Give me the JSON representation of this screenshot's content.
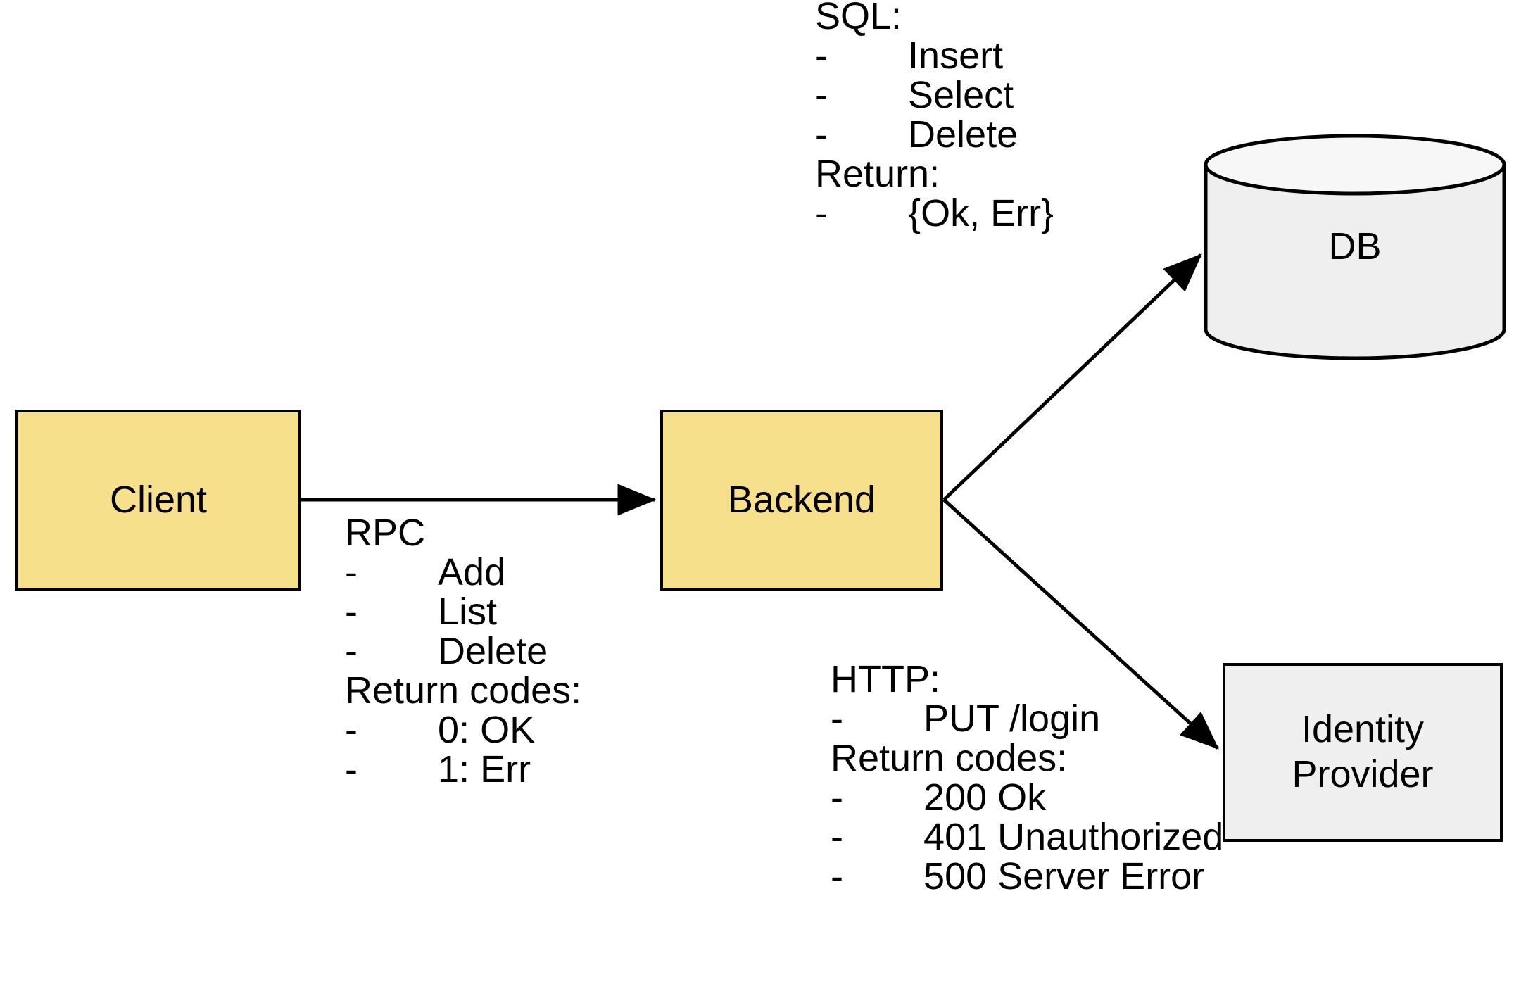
{
  "diagram": {
    "title": "Client / Backend architecture diagram",
    "background": "#ffffff",
    "colors": {
      "service_fill": "#F7E08C",
      "external_fill": "#EFEFEF",
      "stroke": "#000000"
    }
  },
  "nodes": {
    "client": {
      "label": "Client",
      "shape": "rectangle",
      "fill": "#F7E08C"
    },
    "backend": {
      "label": "Backend",
      "shape": "rectangle",
      "fill": "#F7E08C"
    },
    "db": {
      "label": "DB",
      "shape": "cylinder",
      "fill": "#EFEFEF"
    },
    "identity_provider": {
      "label": "Identity\nProvider",
      "shape": "rectangle",
      "fill": "#EFEFEF"
    }
  },
  "edges": [
    {
      "from": "client",
      "to": "backend",
      "protocol": "RPC",
      "arrow": "single"
    },
    {
      "from": "backend",
      "to": "db",
      "protocol": "SQL",
      "arrow": "single"
    },
    {
      "from": "backend",
      "to": "identity_provider",
      "protocol": "HTTP",
      "arrow": "single"
    }
  ],
  "annotations": {
    "rpc": {
      "header": "RPC",
      "items": [
        "Add",
        "List",
        "Delete"
      ],
      "returns_header": "Return codes:",
      "returns": [
        "0: OK",
        "1: Err"
      ],
      "bullet": "-"
    },
    "sql": {
      "header": "SQL:",
      "items": [
        "Insert",
        "Select",
        "Delete"
      ],
      "returns_header": "Return:",
      "returns": [
        "{Ok, Err}"
      ],
      "bullet": "-"
    },
    "http": {
      "header": "HTTP:",
      "items": [
        "PUT /login"
      ],
      "returns_header": "Return codes:",
      "returns": [
        "200 Ok",
        "401 Unauthorized",
        "500 Server Error"
      ],
      "bullet": "-"
    }
  }
}
